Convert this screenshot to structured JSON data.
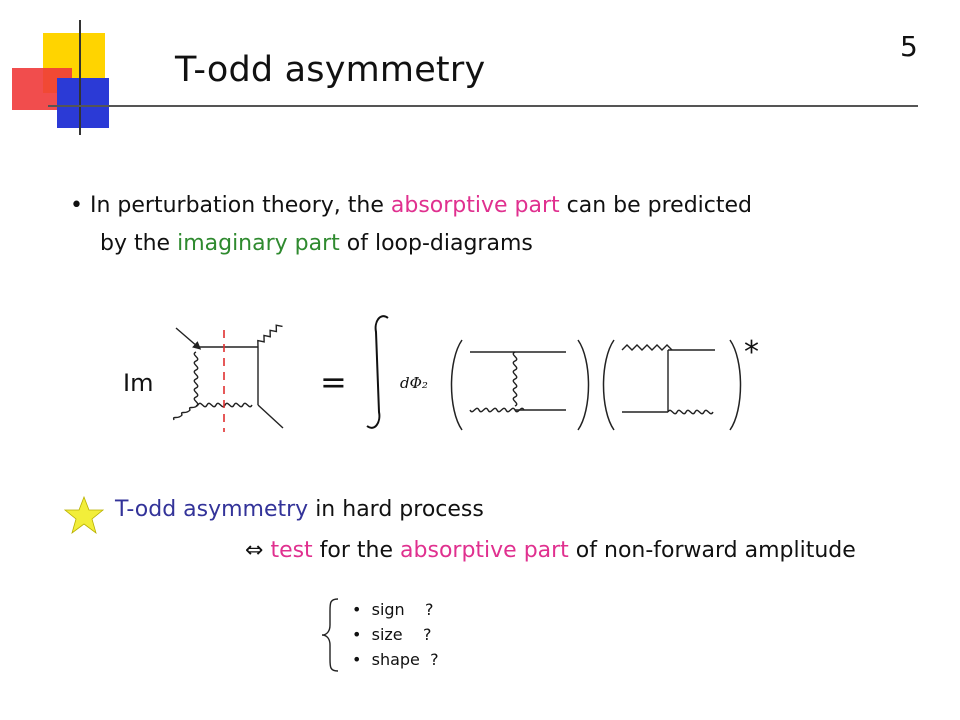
{
  "slide": {
    "title": "T-odd asymmetry",
    "page_number": "5"
  },
  "bullet1": {
    "marker": "•",
    "t1": "In perturbation theory, the ",
    "t2": "absorptive part",
    "t3": " can be predicted",
    "l2a": "by the ",
    "l2b": "imaginary part",
    "l2c": " of loop-diagrams"
  },
  "equation": {
    "im_label": "Im",
    "equals": "=",
    "measure": "dΦ₂",
    "conjugate": "*"
  },
  "highlight": {
    "t1": "T-odd asymmetry",
    "t2": " in hard process"
  },
  "equivalence": {
    "symbol": "⇔",
    "t1": "test",
    "t2": " for the ",
    "t3": "absorptive part",
    "t4": " of non-forward amplitude"
  },
  "questions": [
    "•  sign    ?",
    "•  size    ?",
    "•  shape  ?"
  ],
  "colors": {
    "pink": "#e0308f",
    "green": "#2f8a2f",
    "blue": "#333399",
    "star": "#f2ee3a"
  }
}
